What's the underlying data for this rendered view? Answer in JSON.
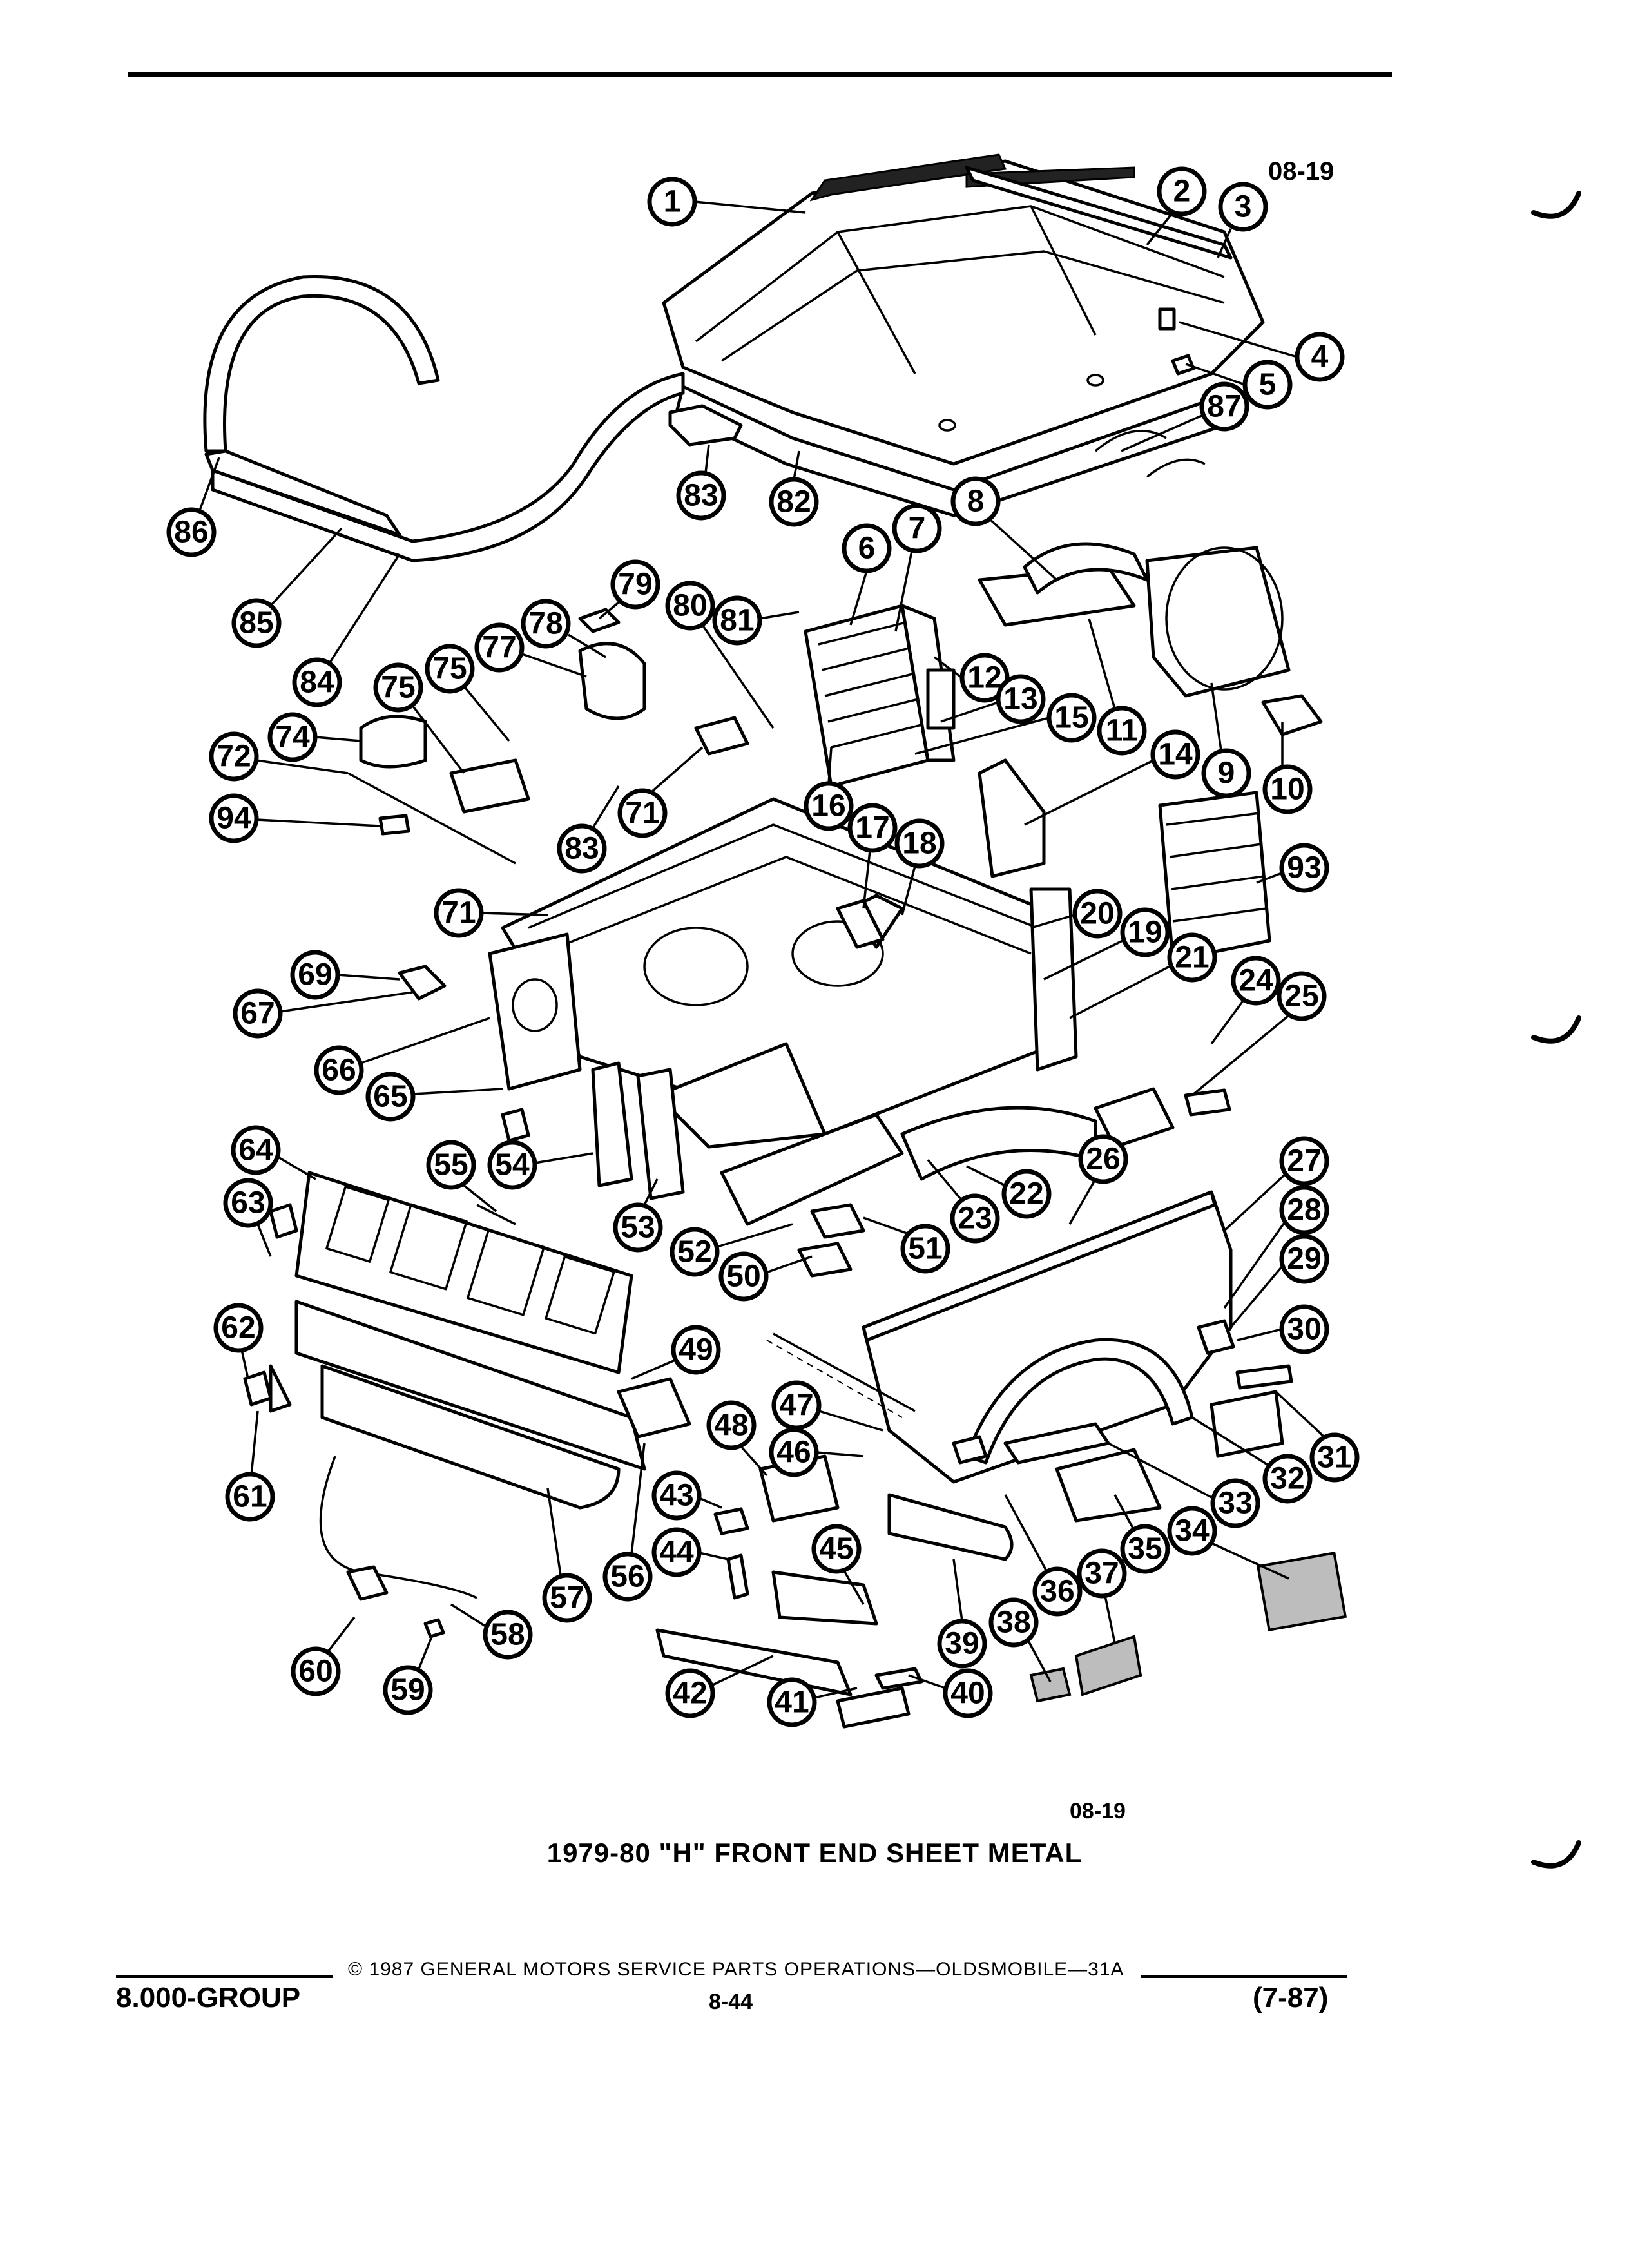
{
  "header": {
    "code": "08-19"
  },
  "figure": {
    "code": "08-19",
    "caption": "1979-80 \"H\" FRONT END SHEET METAL"
  },
  "footer": {
    "copyright": "© 1987 GENERAL MOTORS SERVICE PARTS OPERATIONS—OLDSMOBILE—31A",
    "group": "8.000-GROUP",
    "page_number": "8-44",
    "revision": "(7-87)"
  },
  "callouts": [
    "1",
    "2",
    "3",
    "4",
    "5",
    "6",
    "7",
    "8",
    "9",
    "10",
    "11",
    "12",
    "13",
    "14",
    "15",
    "16",
    "17",
    "18",
    "19",
    "20",
    "21",
    "22",
    "23",
    "24",
    "25",
    "26",
    "27",
    "28",
    "29",
    "30",
    "31",
    "32",
    "33",
    "34",
    "35",
    "36",
    "37",
    "38",
    "39",
    "40",
    "41",
    "42",
    "43",
    "44",
    "45",
    "46",
    "47",
    "48",
    "49",
    "50",
    "51",
    "52",
    "53",
    "54",
    "55",
    "56",
    "57",
    "58",
    "59",
    "60",
    "61",
    "62",
    "63",
    "64",
    "65",
    "66",
    "67",
    "69",
    "71",
    "71",
    "72",
    "74",
    "75",
    "75",
    "77",
    "78",
    "79",
    "80",
    "81",
    "82",
    "83",
    "83",
    "84",
    "85",
    "86",
    "87",
    "93",
    "94"
  ]
}
